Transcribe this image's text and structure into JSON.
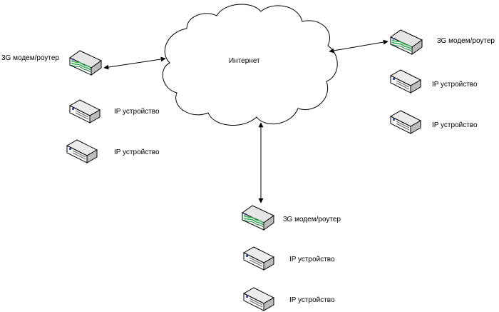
{
  "cloud": {
    "label": "Интернет"
  },
  "sites": {
    "left": {
      "router_label": "3G модем/роутер",
      "devices": [
        {
          "label": "IP устройство"
        },
        {
          "label": "IP устройство"
        }
      ]
    },
    "right": {
      "router_label": "3G модем/роутер",
      "devices": [
        {
          "label": "IP устройство"
        },
        {
          "label": "IP устройство"
        }
      ]
    },
    "bottom": {
      "router_label": "3G модем/роутер",
      "devices": [
        {
          "label": "IP устройство"
        },
        {
          "label": "IP устройство"
        }
      ]
    }
  },
  "colors": {
    "line": "#000000",
    "box_top": "#e8e8e8",
    "box_front": "#ffffff",
    "box_side": "#b8b8b8",
    "led_blue": "#3d4fa0",
    "router_green": "#2fa84f"
  }
}
